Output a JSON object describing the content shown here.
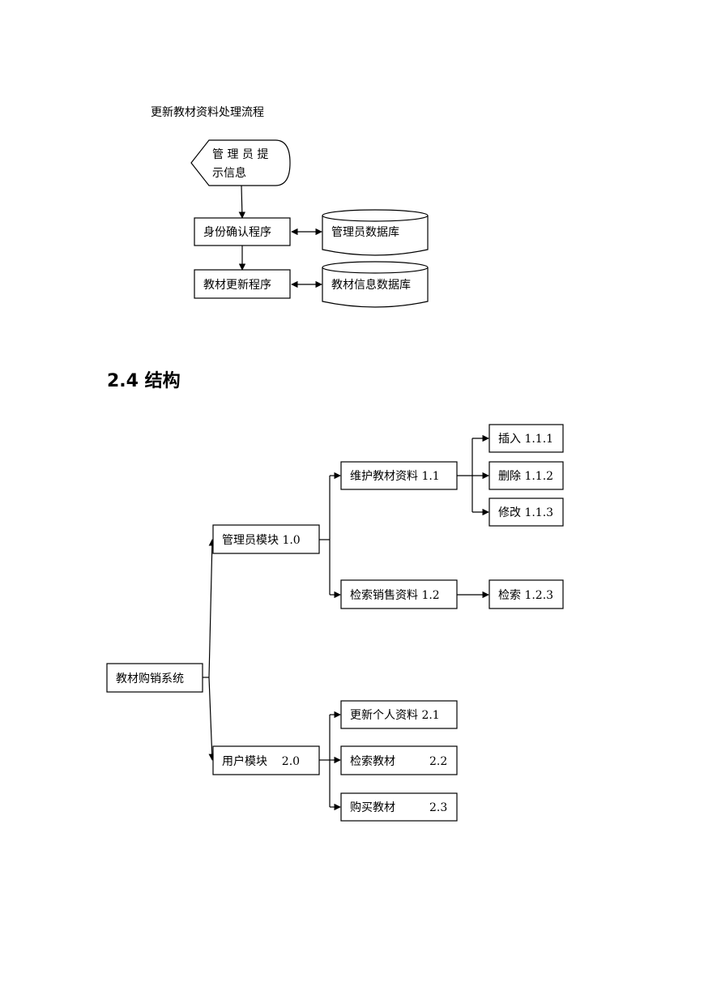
{
  "flow": {
    "caption": "更新教材资料处理流程",
    "display_line1": "管 理 员 提",
    "display_line2": "示信息",
    "identity_process": "身份确认程序",
    "update_process": "教材更新程序",
    "admin_db": "管理员数据库",
    "material_db": "教材信息数据库"
  },
  "section": {
    "heading": "2.4 结构"
  },
  "tree": {
    "root": "教材购销系统",
    "admin_module": "管理员模块  1.0",
    "user_module": "用户模块    2.0",
    "maintain": "维护教材资料  1.1",
    "search_sales": "检索销售资料  1.2",
    "insert": "插入  1.1.1",
    "delete": "删除  1.1.2",
    "modify": "修改  1.1.3",
    "search": "检索  1.2.3",
    "update_profile": "更新个人资料  2.1",
    "search_materials": {
      "label": "检索教材",
      "num": "2.2"
    },
    "buy_materials": {
      "label": "购买教材",
      "num": "2.3"
    }
  }
}
